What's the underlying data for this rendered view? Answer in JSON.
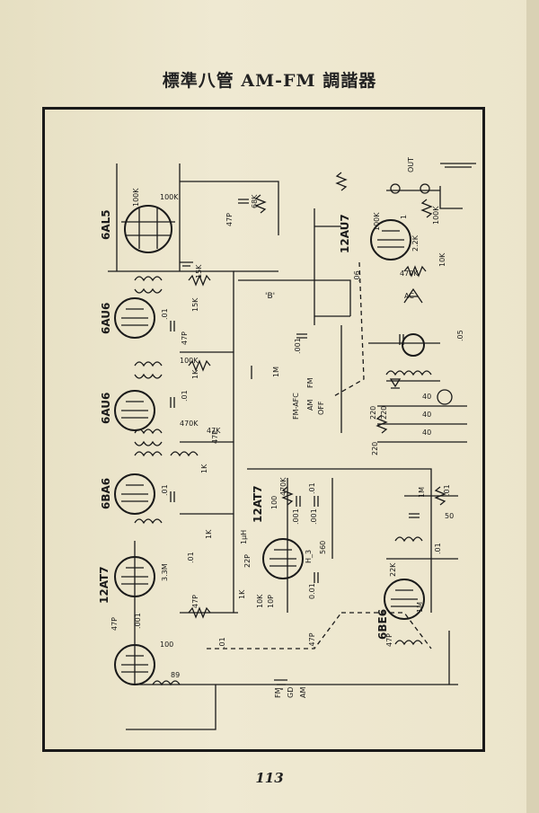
{
  "page": {
    "title": "標準八管 AM-FM 調諧器",
    "page_number": "113"
  },
  "schematic": {
    "tubes": [
      "6AL5",
      "6AU6",
      "6AU6",
      "6BA6",
      "12AT7",
      "12AT7",
      "12AU7",
      "6BE6"
    ],
    "labels": {
      "r100k_a": "100K",
      "r100k_b": "100K",
      "c47p_top": "47P",
      "r68k": "68K",
      "out": "OUT",
      "r100k_out": "100K",
      "r100k_au7": "100K",
      "c1": "1",
      "r2_2k": "2.2K",
      "r470k_au7": "470K",
      "r10k": "10K",
      "c06": ".06",
      "r15k": "15K",
      "b_point": "'B'",
      "ac": "AC",
      "c01_a": ".01",
      "r15k_b": "15K",
      "c001_a": ".001",
      "c47p_b": "47P",
      "r100k_c": "100K",
      "r1k_a": "1K",
      "c05": ".05",
      "r1m_a": "1M",
      "c01_b": ".01",
      "r470k_b": "470K",
      "fm_afc": "FM-AFC",
      "am": "AM",
      "fm": "FM",
      "off": "OFF",
      "c47p_c": "47P",
      "r47k": "47K",
      "r1k_b": "1K",
      "r220_a": "220",
      "r220_b": "220",
      "r220_c": "220",
      "c40_a": "40",
      "c40_b": "40",
      "c40_c": "40",
      "c01_c": ".01",
      "r100": "100",
      "r470k_c": "470K",
      "c01_d": ".01",
      "r1m_b": "1M",
      "c01_e": ".01",
      "c001_b": ".001",
      "c001_c": ".001",
      "c50": "50",
      "r1k_c": "1K",
      "c22p": "22P",
      "l1uh": "1μH",
      "c01_f": ".01",
      "r560": "560",
      "h3": "H_3",
      "c01_g": ".01",
      "r3_3m": "3.3M",
      "r1k_d": "1K",
      "r10k_b": "10K",
      "c10p": "10P",
      "r22k": "22K",
      "c0_01": "0.01",
      "c47p_d": "47P",
      "c001_d": ".001",
      "c47p_e": ".47P",
      "c47p_f": "47P",
      "r100_b": "100",
      "r89": "89",
      "c01_h": ".01",
      "c47p_g": "47P",
      "r1m_c": "1M",
      "fm_in": "FM",
      "gd_in": "GD",
      "am_in": "AM"
    }
  }
}
